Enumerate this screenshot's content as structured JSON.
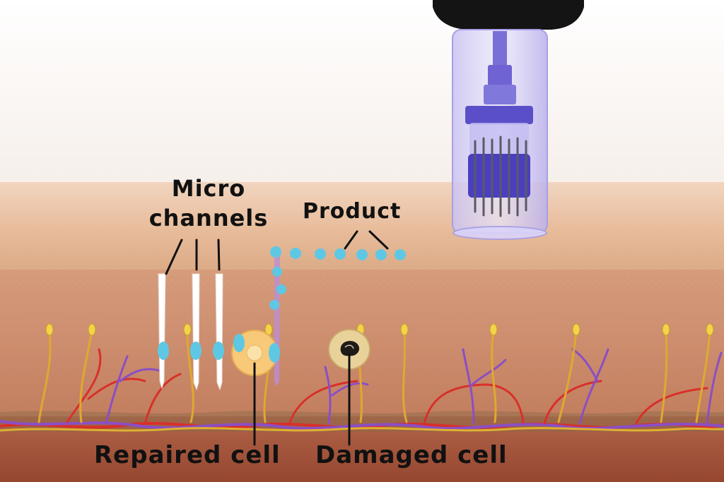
{
  "labels": {
    "micro_channels_line1": "Micro",
    "micro_channels_line2": "channels",
    "product": "Product",
    "repaired_cell": "Repaired cell",
    "damaged_cell": "Damaged cell"
  },
  "colors": {
    "epidermis": "#e5b793",
    "dermis": "#c98a6b",
    "deep_layer": "#a8593f",
    "product_drops": "#5ec8e4",
    "repaired_cell": "#f7c978",
    "damaged_cell": "#e9d29a",
    "vein": "#8a4fc4",
    "artery": "#d8302a",
    "nerve": "#e0a830",
    "device": "#8f86e0"
  }
}
